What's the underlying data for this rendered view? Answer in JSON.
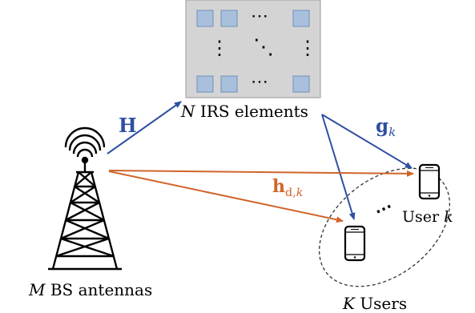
{
  "irs": {
    "label_var": "N",
    "label_text": "IRS elements",
    "dots_h": "⋯",
    "dots_v": "⋮",
    "dots_d": "⋱"
  },
  "bs": {
    "label_var": "M",
    "label_text": "BS antennas"
  },
  "users": {
    "label_var": "K",
    "label_text": "Users",
    "user_k_text": "User",
    "user_k_var": "k",
    "dots": "⋯"
  },
  "channels": {
    "H": "H",
    "g_main": "g",
    "g_sub": "k",
    "hd_main": "h",
    "hd_sub": "d,",
    "hd_sub_k": "k"
  },
  "colors": {
    "blue": "#2e4fa2",
    "orange": "#d0652a",
    "panel": "#d4d4d4",
    "tile": "#a9c0dd",
    "tile_border": "#6e8fb8"
  }
}
